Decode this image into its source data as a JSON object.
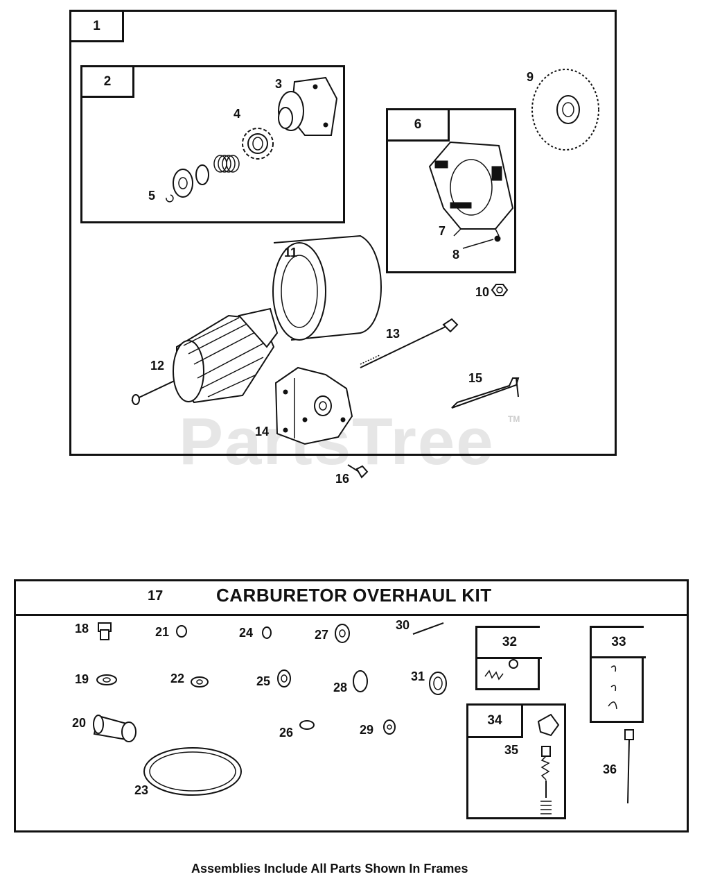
{
  "watermark": {
    "text": "PartsTree",
    "tm": "TM"
  },
  "frames": {
    "f1": "1",
    "f2": "2",
    "f6": "6",
    "f17": "17",
    "f32": "32",
    "f33": "33",
    "f34": "34"
  },
  "kit_title": "CARBURETOR OVERHAUL KIT",
  "callouts": {
    "c3": "3",
    "c4": "4",
    "c5": "5",
    "c7": "7",
    "c8": "8",
    "c9": "9",
    "c10": "10",
    "c11": "11",
    "c12": "12",
    "c13": "13",
    "c14": "14",
    "c15": "15",
    "c16": "16",
    "c18": "18",
    "c19": "19",
    "c20": "20",
    "c21": "21",
    "c22": "22",
    "c23": "23",
    "c24": "24",
    "c25": "25",
    "c26": "26",
    "c27": "27",
    "c28": "28",
    "c29": "29",
    "c30": "30",
    "c31": "31",
    "c35": "35",
    "c36": "36"
  },
  "footer": "Assemblies Include All Parts Shown In Frames"
}
